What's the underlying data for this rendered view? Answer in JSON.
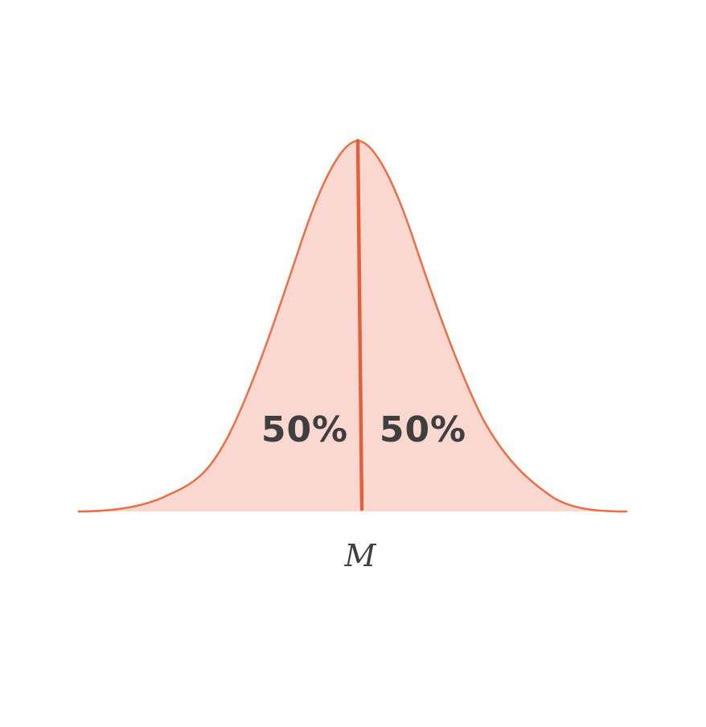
{
  "diagram": {
    "left_area_label": "50%",
    "right_area_label": "50%",
    "median_label": "M"
  },
  "colors": {
    "curve_stroke": "#ea6f48",
    "curve_fill": "#fbd8cf",
    "median_line": "#e2613d",
    "text": "#3f3f3f"
  }
}
